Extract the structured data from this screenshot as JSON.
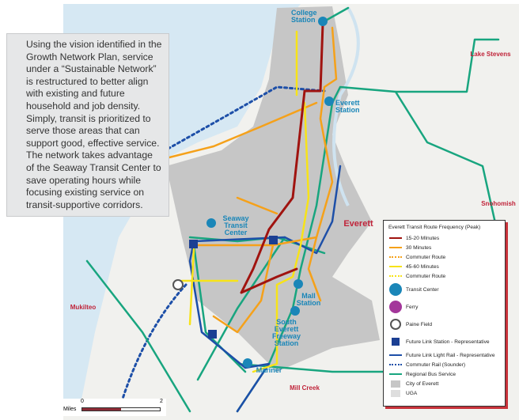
{
  "description_text": "Using the vision identified in the Growth Network Plan, service under a “Sustainable Network” is restructured to better align with existing and future household and job density. Simply, transit is prioritized to serve those areas that can support good, effective service. The network takes advantage of the Seaway Transit Center to save operating hours while focusing existing service on transit-supportive corridors.",
  "map": {
    "stations": {
      "college": "College Station",
      "everett": "Everett Station",
      "seaway": "Seaway Transit Center",
      "mall": "Mall Station",
      "south_everett": "South Everett Freeway Station",
      "mariner": "Mariner"
    },
    "places": {
      "lake_stevens": "Lake Stevens",
      "snohomish": "Snohomish",
      "everett": "Everett",
      "mukilteo": "Mukilteo",
      "mill_creek": "Mill Creek"
    },
    "scale": {
      "unit": "Miles",
      "min": "0",
      "max": "2"
    }
  },
  "legend": {
    "title": "Everett Transit Route Frequency (Peak)",
    "items": [
      {
        "label": "15-20 MInutes",
        "type": "line",
        "color": "#a0130f"
      },
      {
        "label": "30 Minutes",
        "type": "line",
        "color": "#f5a11a"
      },
      {
        "label": "Commuter Route",
        "type": "dash",
        "color": "#f5a11a"
      },
      {
        "label": "45-60 Minutes",
        "type": "line",
        "color": "#f7e318"
      },
      {
        "label": "Commuter Route",
        "type": "dash",
        "color": "#f7e318"
      },
      {
        "label": "Transit Center",
        "type": "transit-center-icon",
        "color": "#1a86b8"
      },
      {
        "label": "Ferry",
        "type": "ferry-icon",
        "color": "#a3369a"
      },
      {
        "label": "Paine Field",
        "type": "airport-icon",
        "color": "#555555"
      },
      {
        "label": "Future Link Station - Representative",
        "type": "link-station-icon",
        "color": "#1b3f93"
      },
      {
        "label": "Future Link Light Rail - Representative",
        "type": "line",
        "color": "#1d4fa8"
      },
      {
        "label": "Commuter Rail (Sounder)",
        "type": "dash",
        "color": "#1d4fa8"
      },
      {
        "label": "Regional Bus Service",
        "type": "line",
        "color": "#18a57f"
      },
      {
        "label": "City of Everett",
        "type": "area",
        "color": "#c6c6c6"
      },
      {
        "label": "UGA",
        "type": "area",
        "color": "#dedede"
      }
    ]
  }
}
